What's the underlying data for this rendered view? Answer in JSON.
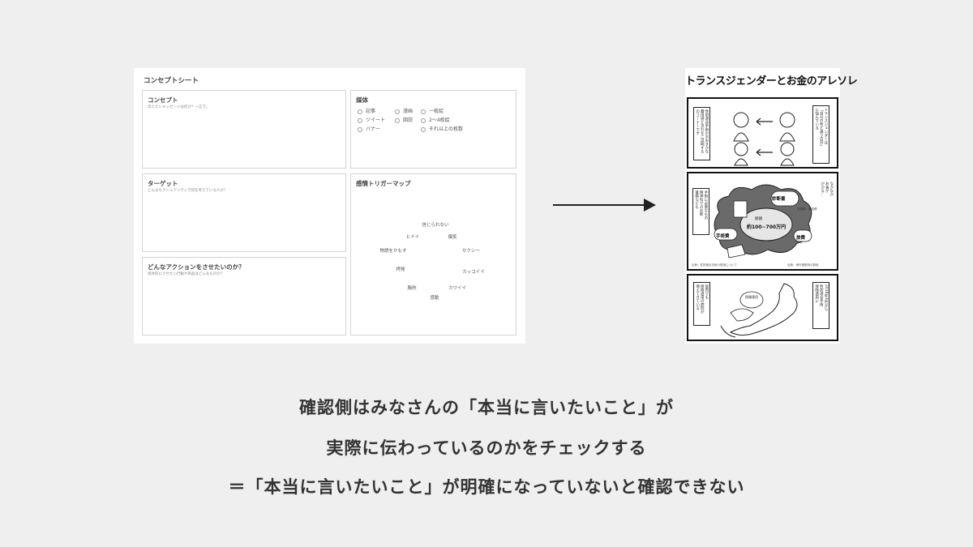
{
  "concept_sheet": {
    "title": "コンセプトシート",
    "concept": {
      "title": "コンセプト",
      "sub": "伝えたいメッセージは何か？一言で。"
    },
    "media": {
      "title": "媒体",
      "options": [
        "記事",
        "ツイート",
        "バナー",
        "漫画",
        "図説",
        "一枚絵",
        "2～4枚絵",
        "それ以上の枚数"
      ]
    },
    "target": {
      "title": "ターゲット",
      "sub": "どんなセクシュアリティで何を考えている人か？"
    },
    "trigger_map": {
      "title": "感情トリガーマップ",
      "emotions": [
        "信じられない",
        "ヒドイ",
        "爆笑",
        "物語をかもす",
        "セクシー",
        "拷発",
        "カッコイイ",
        "胸熱",
        "カワイイ",
        "感動"
      ]
    },
    "action": {
      "title": "どんなアクションをさせたいのか？",
      "sub": "具体的にさせたい行動や商品はどんなものか？"
    }
  },
  "manga": {
    "title": "トランスジェンダーとお金のアレソレ",
    "panel1": {
      "text_left": [
        "性別適合手術のおおまかな",
        "費用感と流れをご説明する",
        "のコーナーです"
      ],
      "text_right": [
        "トランスジェンダーは",
        "「自分の性と違う自分」",
        "に悩んでいる"
      ]
    },
    "panel2": {
      "labels": [
        "診断書",
        "手術費",
        "旅費",
        "交通費・宿泊費",
        "診察代"
      ],
      "total_label": "総額",
      "total_value": "約100~700万円",
      "text_left": [
        "手術に必要なもの",
        "精神科での診断",
        "書類なども"
      ],
      "text_right": [
        "なかなか",
        "お金が",
        "かかる…"
      ],
      "captions": [
        "出典：性別適合手術の費用について",
        "出典：海外渡航時の費用"
      ]
    },
    "panel3": {
      "map_label": "保険適用",
      "text_left": [
        "国内でも",
        "保険適用の病院が",
        "増えてきている"
      ],
      "text_right": [
        "2018年4月から",
        "性別適合手術",
        "保険適用に"
      ]
    }
  },
  "message": {
    "line1": "確認側はみなさんの「本当に言いたいこと」が",
    "line2": "実際に伝わっているのかをチェックする",
    "line3": "＝「本当に言いたいこと」が明確になっていないと確認できない"
  }
}
